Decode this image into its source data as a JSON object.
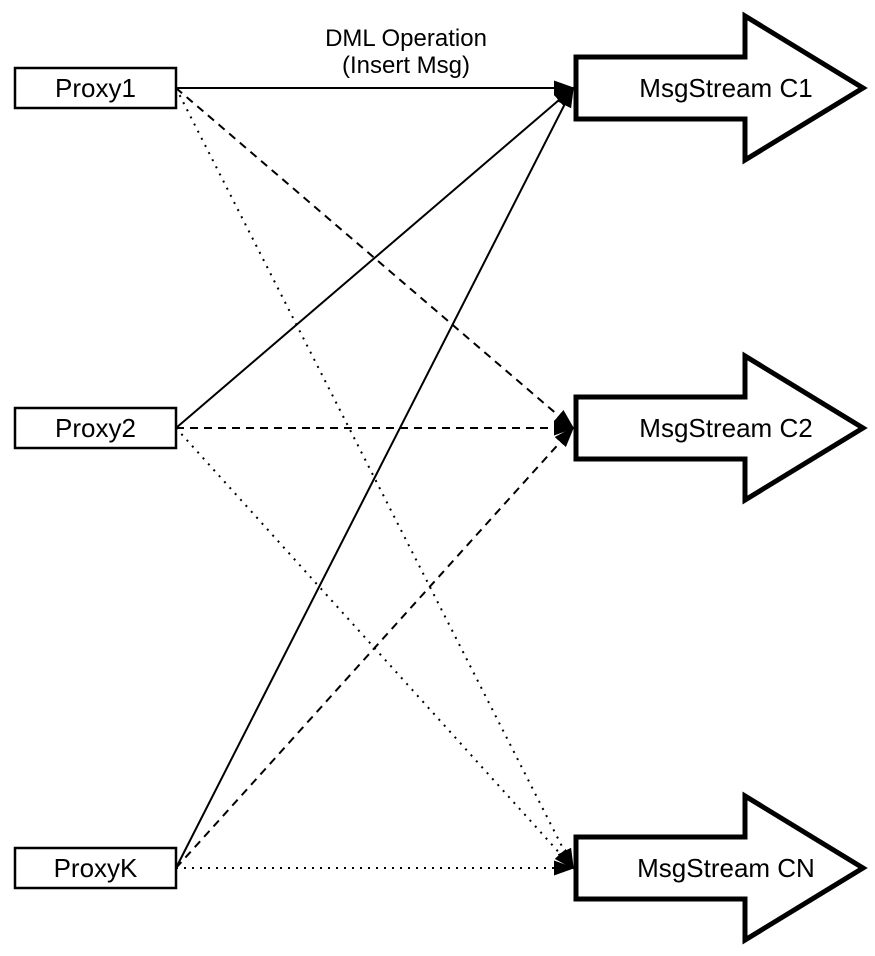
{
  "diagram": {
    "annotation": {
      "line1": "DML Operation",
      "line2": "(Insert Msg)"
    },
    "proxies": [
      {
        "id": "proxy1",
        "label": "Proxy1"
      },
      {
        "id": "proxy2",
        "label": "Proxy2"
      },
      {
        "id": "proxyk",
        "label": "ProxyK"
      }
    ],
    "streams": [
      {
        "id": "c1",
        "label": "MsgStream C1",
        "incoming_line_style": "solid"
      },
      {
        "id": "c2",
        "label": "MsgStream C2",
        "incoming_line_style": "dashed"
      },
      {
        "id": "cn",
        "label": "MsgStream CN",
        "incoming_line_style": "dotted"
      }
    ],
    "edges": [
      {
        "from": "proxy1",
        "to": "c1",
        "style": "solid"
      },
      {
        "from": "proxy1",
        "to": "c2",
        "style": "dashed"
      },
      {
        "from": "proxy1",
        "to": "cn",
        "style": "dotted"
      },
      {
        "from": "proxy2",
        "to": "c1",
        "style": "solid"
      },
      {
        "from": "proxy2",
        "to": "c2",
        "style": "dashed"
      },
      {
        "from": "proxy2",
        "to": "cn",
        "style": "dotted"
      },
      {
        "from": "proxyk",
        "to": "c1",
        "style": "solid"
      },
      {
        "from": "proxyk",
        "to": "c2",
        "style": "dashed"
      },
      {
        "from": "proxyk",
        "to": "cn",
        "style": "dotted"
      }
    ],
    "colors": {
      "ink": "#000000",
      "background": "#ffffff"
    }
  }
}
